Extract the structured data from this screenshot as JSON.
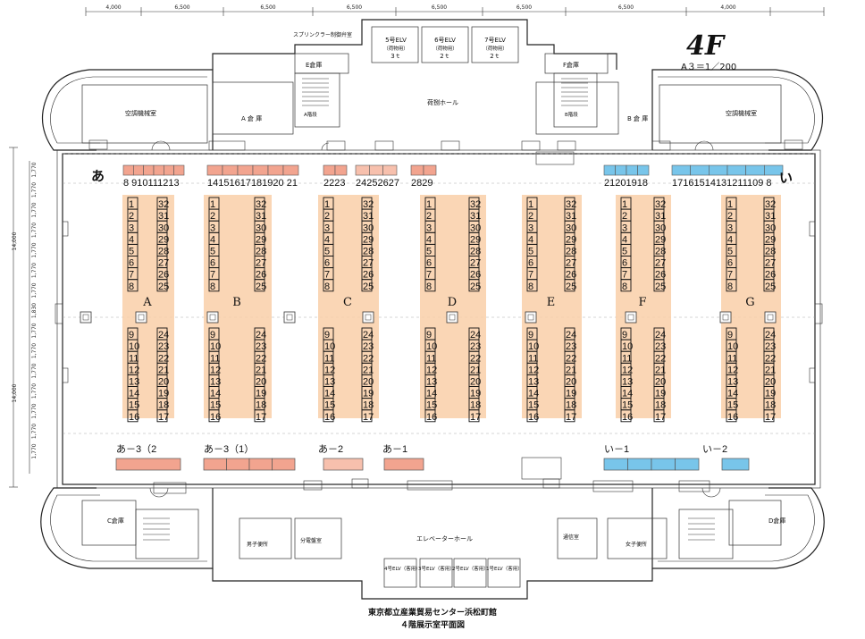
{
  "floor": "4F",
  "scale": "A３＝1／200",
  "caption": {
    "line1": "東京都立産業貿易センター浜松町館",
    "line2": "４階展示室平面図"
  },
  "dimensions_top": [
    "4,000",
    "6,500",
    "6,500",
    "6,500",
    "6,500",
    "6,500",
    "6,500",
    "4,000"
  ],
  "dimensions_left": [
    "1,770",
    "1,770",
    "1,770",
    "1,770",
    "1,770",
    "1,770",
    "1,770",
    "1,830",
    "1,770",
    "1,770",
    "1,770",
    "1,770",
    "1,770",
    "1,770",
    "1,770"
  ],
  "dim_total_left": [
    "14,000",
    "14,000"
  ],
  "rooms": {
    "elv5": {
      "name": "5号ELV",
      "sub": "（荷物用）",
      "cap": "3ｔ"
    },
    "elv6": {
      "name": "6号ELV",
      "sub": "（荷物用）",
      "cap": "2ｔ"
    },
    "elv7": {
      "name": "7号ELV",
      "sub": "（荷物用）",
      "cap": "2ｔ"
    },
    "sprinkler": "スプリンクラー制御弁室",
    "e_store": "E倉庫",
    "f_store": "F倉庫",
    "a_store": "A 倉 庫",
    "b_store": "B 倉 庫",
    "c_store": "C倉庫",
    "d_store": "D倉庫",
    "ac_left": "空調機械室",
    "ac_right": "空調機械室",
    "hall_top": "荷捌ホール",
    "hall_bottom": "エレベーターホール",
    "stair_a": "A階段",
    "stair_b": "B階段",
    "men_wc": "男子便所",
    "women_wc": "女子便所",
    "elec": "分電盤室",
    "comm": "通信室",
    "elv_bottom": [
      "4号ELV（客用）",
      "3号ELV（客用）",
      "2号ELV（客用）",
      "1号ELV（客用）"
    ]
  },
  "wall_zone_labels": {
    "left": "あ",
    "right": "い"
  },
  "wall_booths_top_left": [
    "8",
    "9",
    "10",
    "11",
    "12",
    "13",
    "14",
    "15",
    "16",
    "17",
    "18",
    "19",
    "20",
    "21",
    "22",
    "23",
    "24",
    "25",
    "26",
    "27",
    "28",
    "29"
  ],
  "wall_booths_top_right": [
    "21",
    "20",
    "19",
    "18",
    "17",
    "16",
    "15",
    "14",
    "13",
    "12",
    "11",
    "10",
    "9",
    "8"
  ],
  "wall_groups_top": [
    {
      "label": "8 910111213",
      "color": "#f2a48f",
      "count": 6
    },
    {
      "label": "14151617181920 21",
      "color": "#f2a48f",
      "count": 6
    },
    {
      "label": "2223",
      "color": "#f2a48f",
      "count": 2
    },
    {
      "label": "24252627",
      "color": "#f7c0ad",
      "count": 3
    },
    {
      "label": "2829",
      "color": "#f2a48f",
      "count": 2
    },
    {
      "label": "21201918",
      "color": "#78c5ea",
      "count": 4
    },
    {
      "label": "17161514131211109 8",
      "color": "#78c5ea",
      "count": 6
    }
  ],
  "blocks": [
    "A",
    "B",
    "C",
    "D",
    "E",
    "F",
    "G"
  ],
  "block_left_top": [
    "1",
    "2",
    "3",
    "4",
    "5",
    "6",
    "7",
    "8"
  ],
  "block_right_top": [
    "32",
    "31",
    "30",
    "29",
    "28",
    "27",
    "26",
    "25"
  ],
  "block_left_bottom": [
    "9",
    "10",
    "11",
    "12",
    "13",
    "14",
    "15",
    "16"
  ],
  "block_right_bottom": [
    "24",
    "23",
    "22",
    "21",
    "20",
    "19",
    "18",
    "17"
  ],
  "bottom_wall_groups": [
    {
      "label": "あ－3（2",
      "color": "#f2a48f"
    },
    {
      "label": "あ－3（1）",
      "color": "#f2a48f"
    },
    {
      "label": "あ－2",
      "color": "#f7c0ad"
    },
    {
      "label": "あ－1",
      "color": "#f2a48f"
    },
    {
      "label": "い－1",
      "color": "#78c5ea"
    },
    {
      "label": "い－2",
      "color": "#78c5ea"
    }
  ],
  "colors": {
    "highlight": "#f9cfa8",
    "pink": "#f2a48f",
    "blue": "#78c5ea"
  }
}
